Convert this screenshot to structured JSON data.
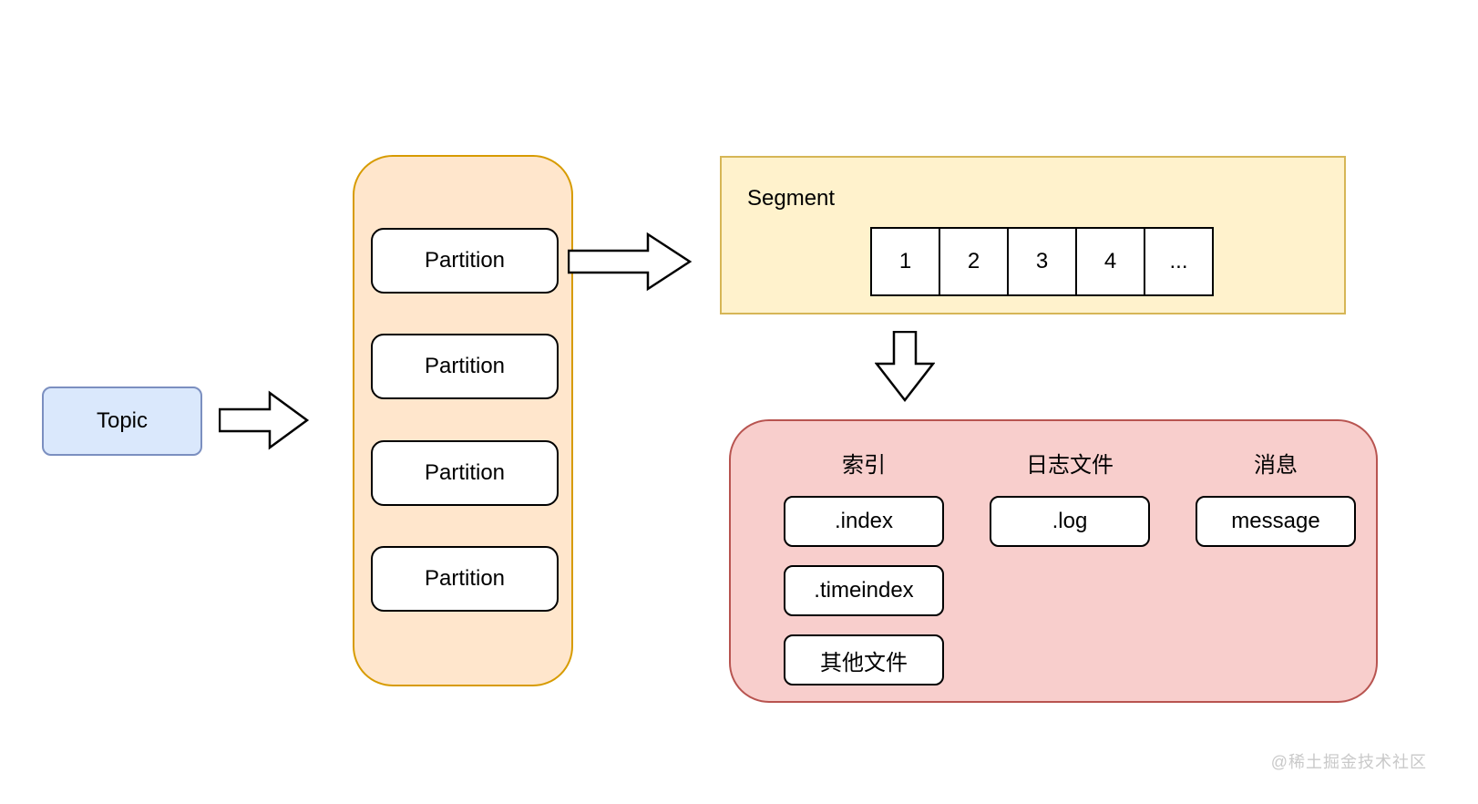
{
  "topic": {
    "label": "Topic"
  },
  "partition_group": {
    "items": [
      "Partition",
      "Partition",
      "Partition",
      "Partition"
    ]
  },
  "segment": {
    "label": "Segment",
    "cells": [
      "1",
      "2",
      "3",
      "4",
      "..."
    ]
  },
  "file_group": {
    "columns": [
      {
        "header": "索引",
        "boxes": [
          ".index",
          ".timeindex",
          "其他文件"
        ]
      },
      {
        "header": "日志文件",
        "boxes": [
          ".log"
        ]
      },
      {
        "header": "消息",
        "boxes": [
          "message"
        ]
      }
    ]
  },
  "watermark": "@稀土掘金技术社区",
  "icons": {
    "arrow_1": "right-block-arrow",
    "arrow_2": "right-block-arrow",
    "arrow_3": "down-block-arrow"
  },
  "colors": {
    "topic_fill": "#dae8fc",
    "topic_stroke": "#7b8fc0",
    "partition_group_fill": "#ffe6cc",
    "partition_group_stroke": "#d79b00",
    "segment_fill": "#fff2cc",
    "segment_stroke": "#d6b656",
    "file_group_fill": "#f8cecc",
    "file_group_stroke": "#b85450",
    "shape_fill": "#ffffff",
    "shape_stroke": "#000000",
    "watermark_color": "#c9c9c9"
  }
}
